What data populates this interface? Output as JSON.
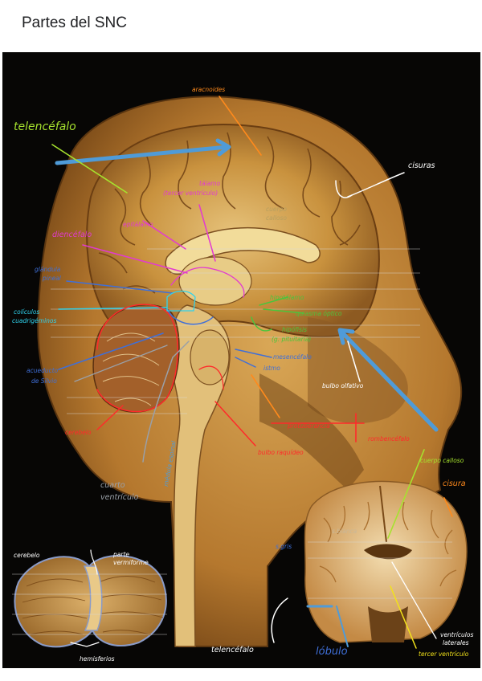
{
  "page": {
    "title": "Partes del SNC"
  },
  "labels": {
    "aracnoides": "aracnoides",
    "telencefalo_top": "telencéfalo",
    "cisuras": "cisuras",
    "talamo": "tálamo",
    "talamo_sub": "(tercer ventrículo)",
    "cuerpo_calloso": "cuerpo",
    "cuerpo_calloso_2": "calloso",
    "epitalamo": "epitálamo",
    "diencefalo": "diencéfalo",
    "glandula_pineal": "glándula",
    "glandula_pineal_2": "pineal",
    "hipotalamo": "hipotálamo",
    "quiasma_optico": "quiasma óptico",
    "coliculos": "colículos",
    "coliculos_2": "cuadrigéminos",
    "hipofisis": "hipófisis",
    "hipofisis_2": "(g. pituitaria)",
    "acueducto": "acueducto",
    "acueducto_2": "de Silvio",
    "mesencefalo": "mesencéfalo",
    "istmo": "istmo",
    "bulbo_olfativo": "bulbo olfativo",
    "cerebelo_red": "cerebelo",
    "protuberancia": "protuberancia",
    "rombencefalo": "rombencéfalo",
    "bulbo_raquideo": "bulbo raquídeo",
    "cuerpo_calloso_inset": "cuerpo calloso",
    "cisura_inset": "cisura",
    "cuarto_ventriculo": "cuarto",
    "cuarto_ventriculo_2": "ventrículo",
    "medula_espinal": "médula espinal",
    "s_blanca": "s.blanca",
    "s_gris": "s.gris",
    "cerebelo_inset": "cerebelo",
    "parte_vermiforme": "parte",
    "parte_vermiforme_2": "vermiforme",
    "hemisferios": "hemisferios",
    "telencefalo_bottom": "telencéfalo",
    "lobulo": "lóbulo",
    "ventriculos_laterales": "ventrículos",
    "ventriculos_laterales_2": "laterales",
    "tercer_ventriculo": "tercer ventrículo"
  },
  "colors": {
    "lime": "#a6e22e",
    "orange": "#ff8a1c",
    "white": "#ffffff",
    "magenta": "#e23ad0",
    "blue": "#3f6fd8",
    "cyan": "#2fd3ee",
    "green": "#4cc43c",
    "red": "#ff2a2a",
    "yellow": "#f2e21a",
    "gray": "#9aa0a8",
    "lightblue": "#4f9bd8"
  },
  "icons": [
    "brain-sagittal-section",
    "brain-coronal-section",
    "cerebellum-section"
  ]
}
